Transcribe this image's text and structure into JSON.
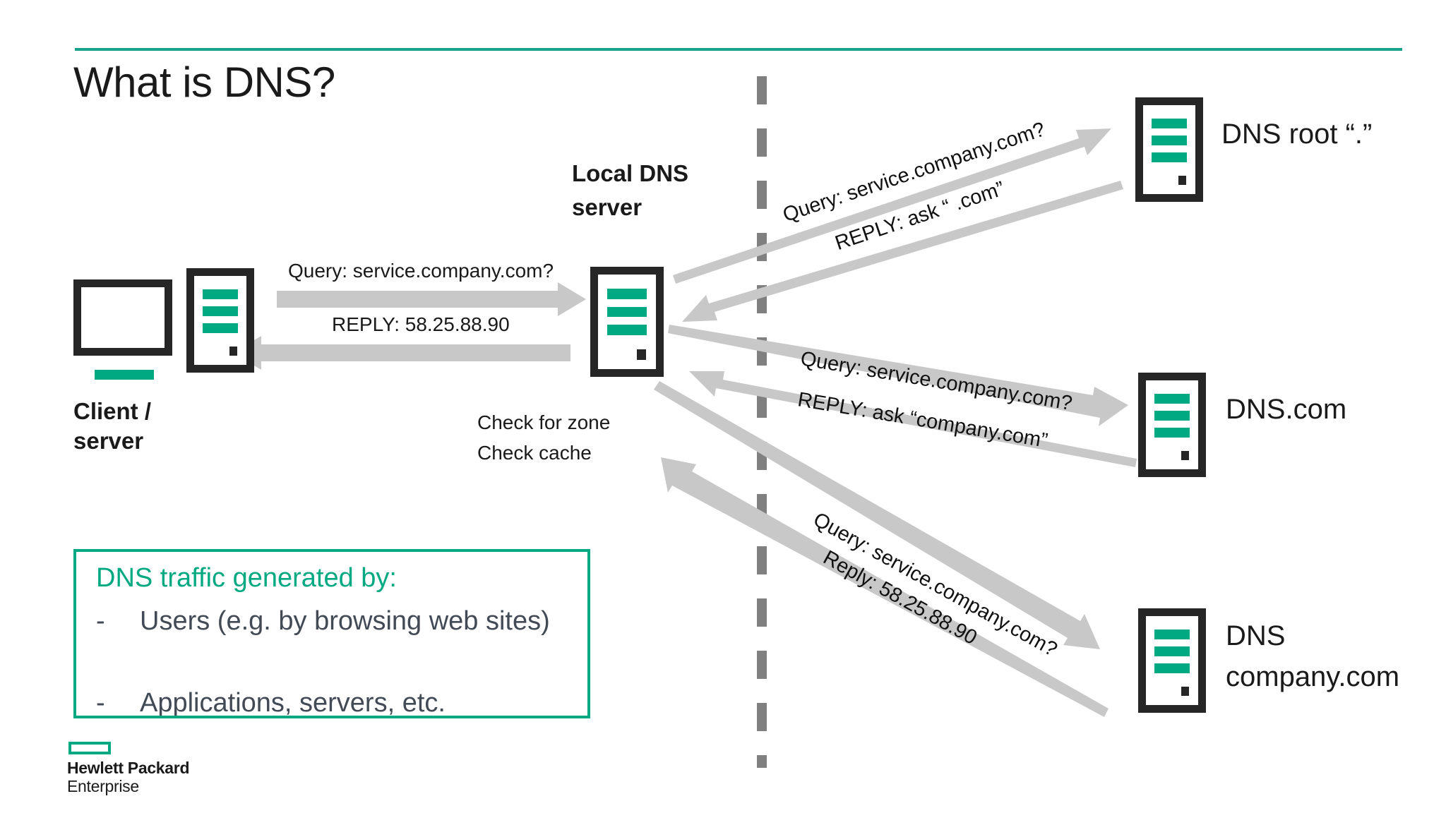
{
  "slide": {
    "title": "What is DNS?",
    "accent_green": "#00a982",
    "rule_green": "#17a48a",
    "arrow_gray": "#c8c8c8",
    "divider_gray": "#808080",
    "icon_dark": "#262626"
  },
  "client": {
    "label": "Client /\nserver",
    "icon_monitor": "monitor-icon",
    "icon_server": "server-icon"
  },
  "local_dns": {
    "label": "Local DNS\nserver",
    "notes": "Check for zone\nCheck cache",
    "note_line_1": "Check for zone",
    "note_line_2": "Check cache"
  },
  "local_flow": {
    "query": "Query: service.company.com?",
    "reply": "REPLY: 58.25.88.90"
  },
  "servers": [
    {
      "name": "dns-root",
      "label": "DNS root “.”"
    },
    {
      "name": "dns-com",
      "label": "DNS.com"
    },
    {
      "name": "dns-company-com",
      "label": "DNS\ncompany.com"
    }
  ],
  "server_labels": {
    "root": "DNS root “.”",
    "com": "DNS.com",
    "company": "DNS\ncompany.com"
  },
  "root_flow": {
    "query": "Query: service.company.com?",
    "reply": "REPLY: ask “ .com”"
  },
  "com_flow": {
    "query": "Query: service.company.com?",
    "reply": "REPLY: ask “company.com”"
  },
  "company_flow": {
    "query": "Query: service.company.com?",
    "reply": "Reply: 58.25.88.90"
  },
  "info_box": {
    "heading": "DNS traffic generated by:",
    "bullet_marker": "-",
    "items": [
      "Users (e.g. by browsing web sites)",
      "Applications, servers, etc."
    ]
  },
  "logo": {
    "line1": "Hewlett Packard",
    "line2": "Enterprise"
  }
}
